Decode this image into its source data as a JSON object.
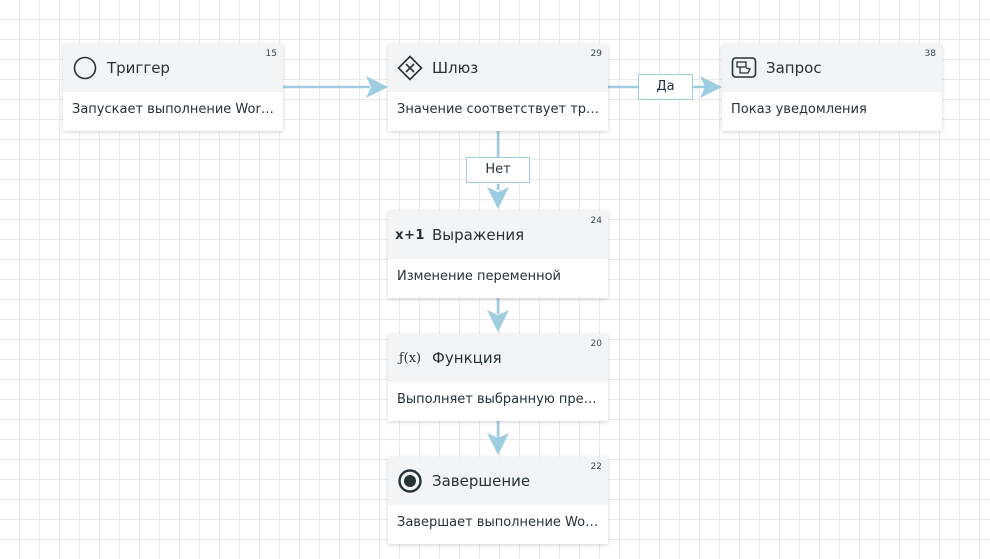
{
  "nodes": {
    "trigger": {
      "title": "Триггер",
      "number": "15",
      "description": "Запускает выполнение Work…",
      "icon": "circle-icon"
    },
    "gateway": {
      "title": "Шлюз",
      "number": "29",
      "description": "Значение соответствует тре…",
      "icon": "gateway-diamond-icon"
    },
    "request": {
      "title": "Запрос",
      "number": "38",
      "description": "Показ уведомления",
      "icon": "request-window-icon"
    },
    "expressions": {
      "title": "Выражения",
      "number": "24",
      "description": "Изменение переменной",
      "icon": "expression-icon",
      "icon_text": "x+1"
    },
    "function": {
      "title": "Функция",
      "number": "20",
      "description": "Выполняет выбранную пред…",
      "icon": "function-icon",
      "icon_text": "ƒ(x)"
    },
    "end": {
      "title": "Завершение",
      "number": "22",
      "description": "Завершает выполнение Wor…",
      "icon": "end-circle-icon"
    }
  },
  "edges": {
    "yes_label": "Да",
    "no_label": "Нет"
  },
  "colors": {
    "connector": "#9fcde0",
    "header_bg": "#f3f4f6",
    "text": "#263238"
  }
}
